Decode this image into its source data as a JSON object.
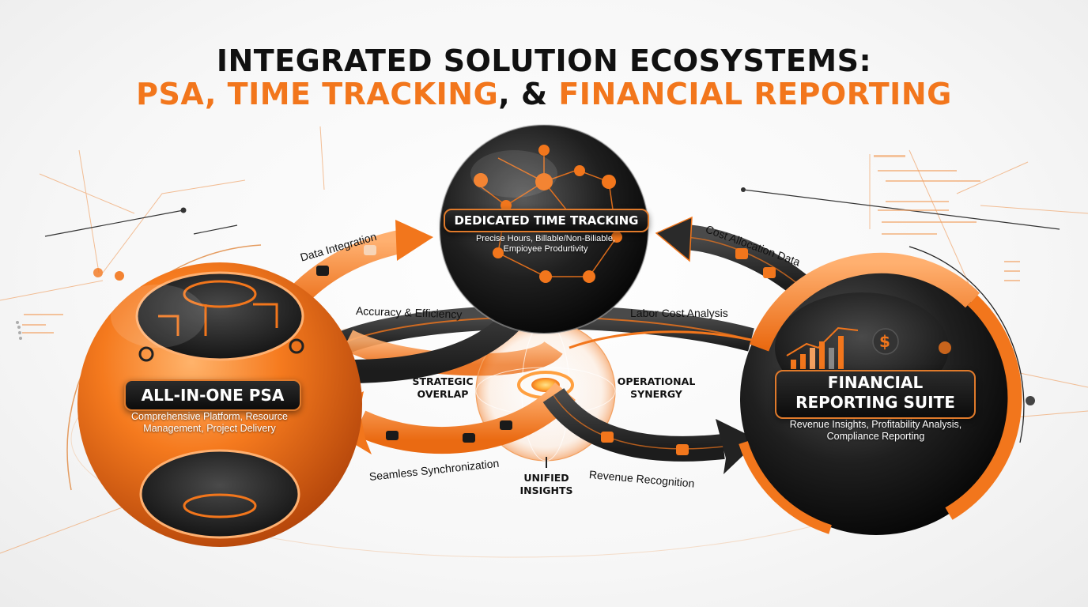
{
  "title": {
    "line1": "INTEGRATED SOLUTION ECOSYSTEMS:",
    "line2_parts": [
      "PSA, TIME TRACKING",
      ", & ",
      "FINANCIAL REPORTING"
    ]
  },
  "nodes": {
    "psa": {
      "label": "ALL-IN-ONE PSA",
      "description_line1": "Comprehensive Platform, Resource",
      "description_line2": "Management, Project Delivery"
    },
    "time_tracking": {
      "label": "DEDICATED TIME TRACKING",
      "description_line1": "Precise Hours, Billable/Non-Biliable,",
      "description_line2": "Empioyee Produrtivity"
    },
    "financial": {
      "label_line1": "FINANCIAL",
      "label_line2": "REPORTING SUITE",
      "description_line1": "Revenue Insights, Profitability Analysis,",
      "description_line2": "Compliance Reporting"
    }
  },
  "flows": {
    "data_integration": "Data Integration",
    "accuracy_efficiency": "Accuracy & Efficiency",
    "cost_allocation": "Cost Allocation Data",
    "labor_cost": "Labor Cost Analysis",
    "seamless_sync": "Seamless Synchronization",
    "revenue_recognition": "Revenue Recognition"
  },
  "center": {
    "strategic_line1": "STRATEGIC",
    "strategic_line2": "OVERLAP",
    "operational_line1": "OPERATIONAL",
    "operational_line2": "SYNERGY",
    "unified_line1": "UNIFIED",
    "unified_line2": "INSIGHTS"
  },
  "colors": {
    "accent_orange": "#f2761c",
    "dark": "#1a1a1a",
    "background": "#f6f6f6"
  },
  "icons": {
    "financial_currency": "$"
  }
}
